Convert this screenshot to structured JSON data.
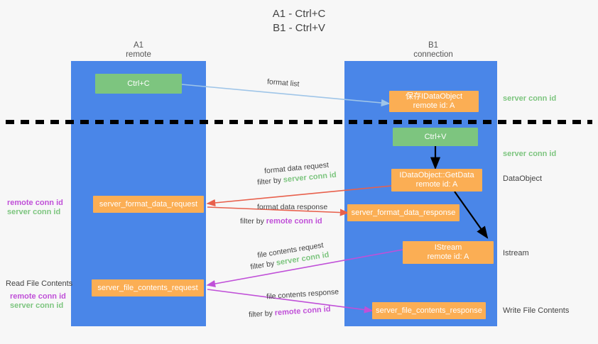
{
  "title": {
    "line1": "A1 - Ctrl+C",
    "line2": "B1 - Ctrl+V"
  },
  "colors": {
    "lane": "#4a86e8",
    "green_box": "#7dc57f",
    "orange_box": "#fbae54",
    "server_conn_id": "#7dc57f",
    "remote_conn_id": "#c050d8",
    "text": "#434343",
    "background": "#f7f7f7",
    "arrow_blue": "#9fc5e8",
    "arrow_red": "#e8604c",
    "arrow_magenta": "#c050d8",
    "arrow_black": "#000000",
    "divider": "#000000"
  },
  "lanes": [
    {
      "id": "a1",
      "name": "A1",
      "sub": "remote"
    },
    {
      "id": "b1",
      "name": "B1",
      "sub": "connection"
    }
  ],
  "boxes": {
    "ctrl_c": {
      "label": "Ctrl+C"
    },
    "save_idataobject": {
      "line1": "保存IDataObject",
      "line2": "remote id: A"
    },
    "ctrl_v": {
      "label": "Ctrl+V"
    },
    "getdata": {
      "line1": "IDataObject::GetData",
      "line2": "remote id: A"
    },
    "istream": {
      "line1": "IStream",
      "line2": "remote id: A"
    },
    "server_format_data_request": {
      "label": "server_format_data_request"
    },
    "server_format_data_response": {
      "label": "server_format_data_response"
    },
    "server_file_contents_request": {
      "label": "server_file_contents_request"
    },
    "server_file_contents_response": {
      "label": "server_file_contents_response"
    }
  },
  "arrow_labels": {
    "format_list": "format list",
    "format_data_request": "format data request",
    "format_data_request_filter_prefix": "filter by ",
    "format_data_request_filter_value": "server conn id",
    "format_data_response": "format data response",
    "format_data_response_filter_prefix": "filter by ",
    "format_data_response_filter_value": "remote conn id",
    "file_contents_request": "file contents request",
    "file_contents_request_filter_prefix": "filter by ",
    "file_contents_request_filter_value": "server conn id",
    "file_contents_response": "file contents response",
    "file_contents_response_filter_prefix": "filter by ",
    "file_contents_response_filter_value": "remote conn id"
  },
  "right_labels": {
    "server_conn_id_top": "server conn id",
    "server_conn_id_mid": "server conn id",
    "dataobject": "DataObject",
    "istream": "Istream",
    "write_file_contents": "Write File Contents"
  },
  "left_labels": {
    "remote_conn_id_upper": "remote conn id",
    "server_conn_id_upper": "server conn id",
    "read_file_contents": "Read File Contents",
    "remote_conn_id_lower": "remote conn id",
    "server_conn_id_lower": "server conn id"
  }
}
